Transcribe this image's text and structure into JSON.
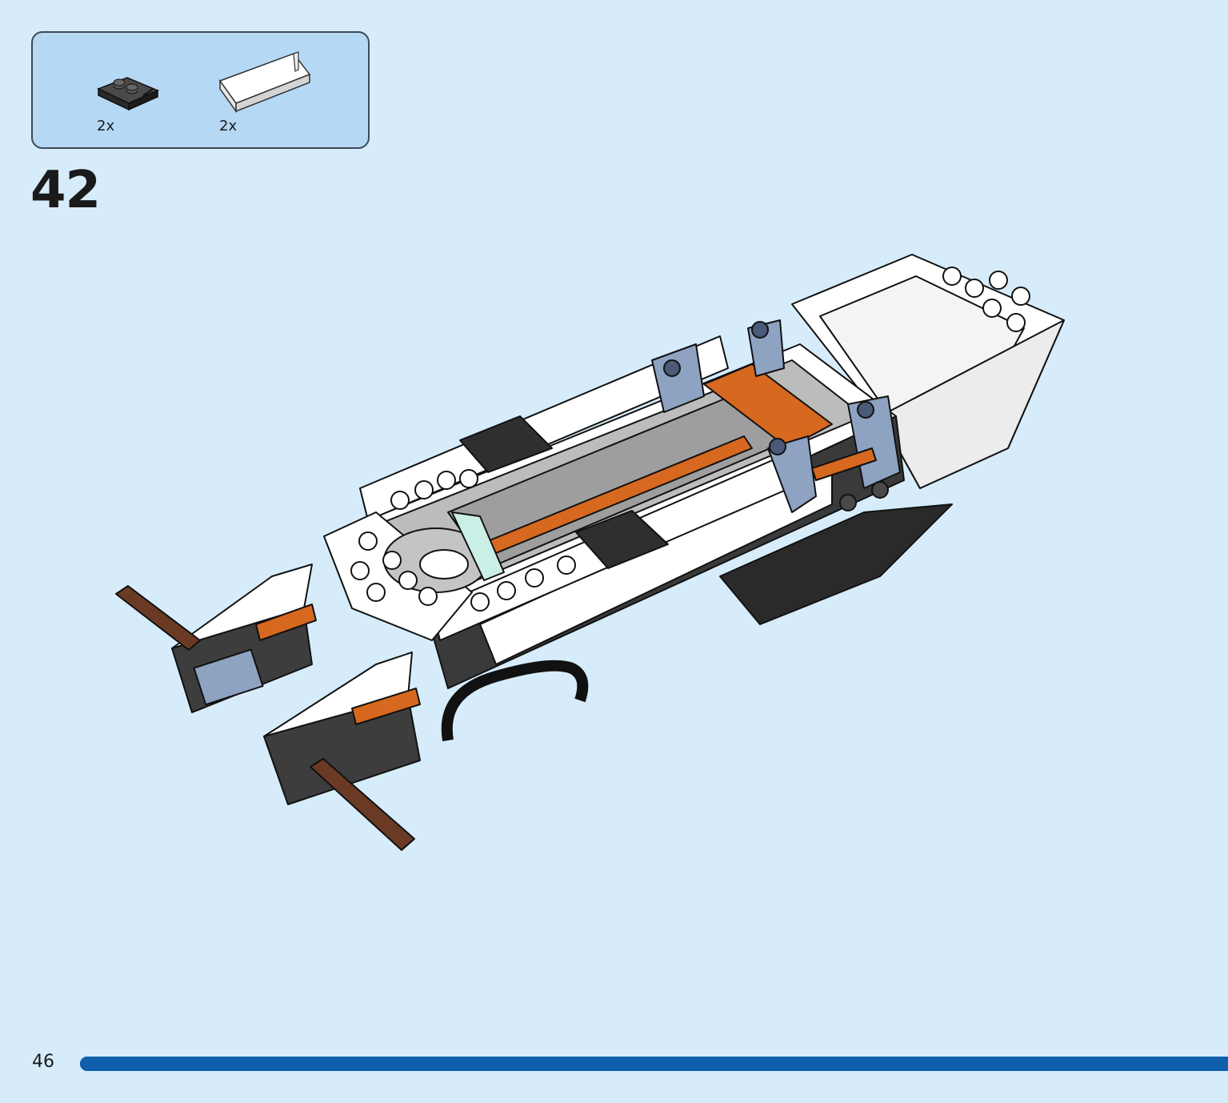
{
  "parts_box": {
    "items": [
      {
        "name": "black-plate-with-handle",
        "color": "#2f2f2f",
        "quantity_label": "2x"
      },
      {
        "name": "white-bracket-plate",
        "color": "#ffffff",
        "quantity_label": "2x"
      }
    ]
  },
  "step": {
    "number": "42"
  },
  "footer": {
    "page_number": "46",
    "progress_fraction": 1.0
  },
  "colors": {
    "background": "#d6ecfb",
    "parts_box": "#b5d8f5",
    "white_brick": "#ffffff",
    "dark_gray": "#3d3d3d",
    "black": "#222222",
    "orange": "#d7681f",
    "sand_blue": "#8ea2c2",
    "light_gray": "#b8b8b8",
    "brown": "#6b3a24",
    "trans_clear": "#c9efe6",
    "progress_bar": "#0f5fae"
  }
}
